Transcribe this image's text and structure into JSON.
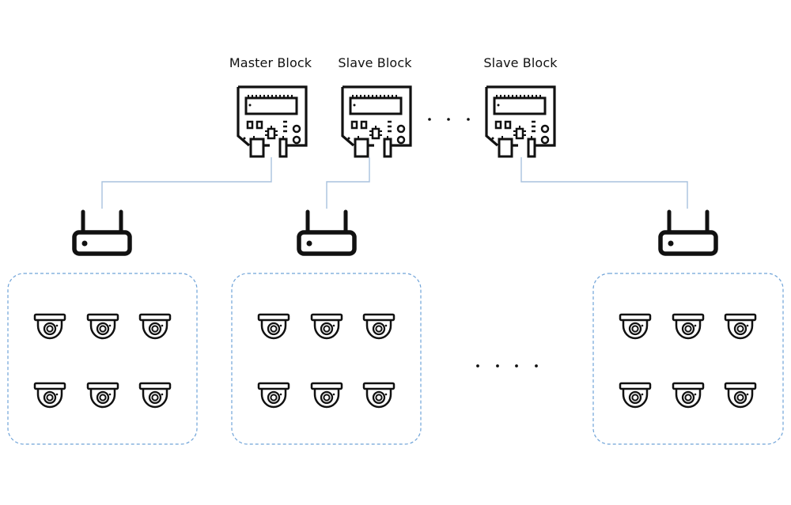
{
  "blocks": [
    {
      "label": "Master Block",
      "role": "master"
    },
    {
      "label": "Slave Block",
      "role": "slave"
    },
    {
      "label": "Slave Block",
      "role": "slave"
    }
  ],
  "ellipsis_between_blocks": "· · ·",
  "ellipsis_between_groups": "· · · ·",
  "camera_groups": [
    {
      "cameras": 6,
      "rows": 2,
      "columns": 3
    },
    {
      "cameras": 6,
      "rows": 2,
      "columns": 3
    },
    {
      "cameras": 6,
      "rows": 2,
      "columns": 3
    }
  ],
  "colors": {
    "icon": "#111111",
    "connector": "#9db8d6",
    "group_border": "#6fa3d8"
  },
  "icons": {
    "block": "circuit-board-icon",
    "router": "wifi-router-icon",
    "camera": "dome-camera-icon"
  }
}
